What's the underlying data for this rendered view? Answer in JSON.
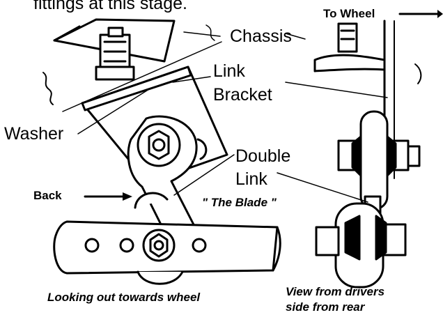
{
  "labels": {
    "caption_top": "fittings at this stage.",
    "to_wheel": "To Wheel",
    "chassis": "Chassis",
    "link_bracket_1": "Link",
    "link_bracket_2": "Bracket",
    "washer": "Washer",
    "double_link_1": "Double",
    "double_link_2": "Link",
    "the_blade": "\" The Blade \"",
    "back": "Back",
    "caption_left": "Looking out towards wheel",
    "caption_right_1": "View from drivers",
    "caption_right_2": "side from rear"
  }
}
